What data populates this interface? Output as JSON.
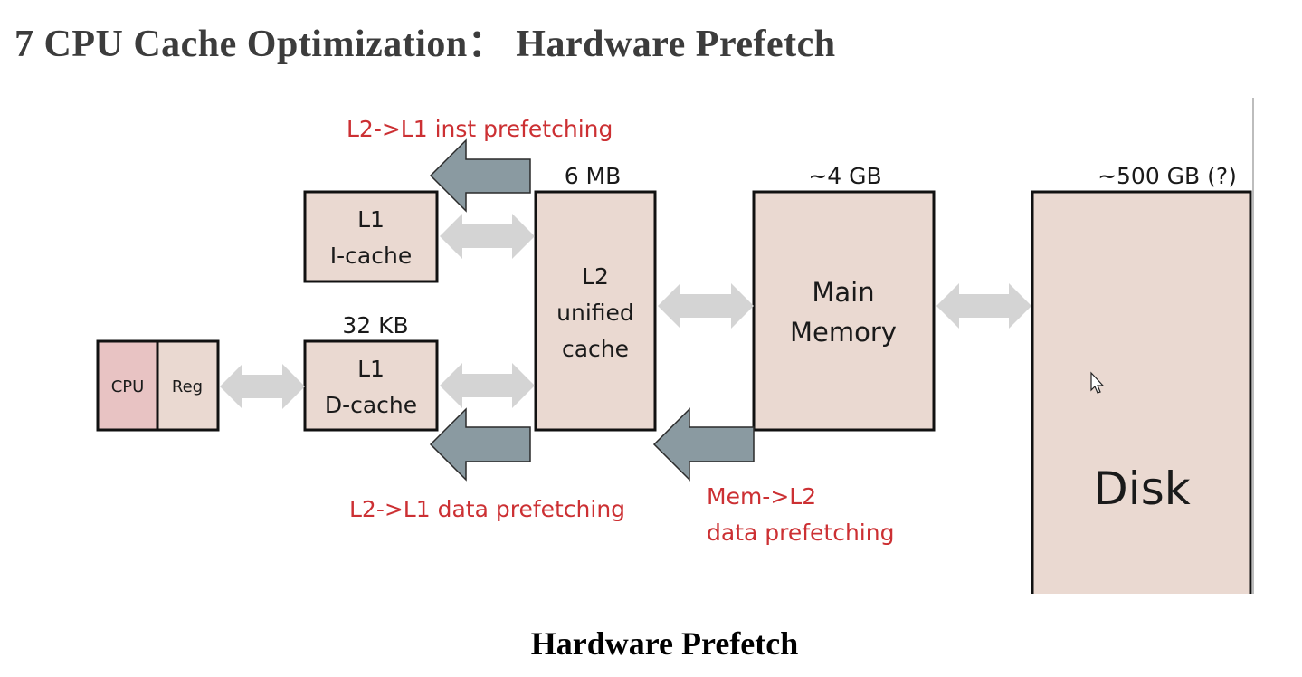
{
  "slide": {
    "title": "7 CPU Cache Optimization： Hardware Prefetch",
    "caption": "Hardware Prefetch"
  },
  "diagram": {
    "cpu": {
      "label": "CPU"
    },
    "reg": {
      "label": "Reg"
    },
    "l1i": {
      "line1": "L1",
      "line2": "I-cache"
    },
    "l1d": {
      "line1": "L1",
      "line2": "D-cache",
      "size": "32 KB"
    },
    "l2": {
      "line1": "L2",
      "line2": "unified",
      "line3": "cache",
      "size": "6 MB"
    },
    "memory": {
      "line1": "Main",
      "line2": "Memory",
      "size": "~4 GB"
    },
    "disk": {
      "label": "Disk",
      "size": "~500 GB (?)"
    },
    "prefetch": {
      "inst_l2_l1": "L2->L1 inst prefetching",
      "data_l2_l1": "L2->L1 data prefetching",
      "mem_l2_line1": "Mem->L2",
      "mem_l2_line2": "data prefetching"
    },
    "colors": {
      "box_fill": "#ead9d1",
      "cpu_fill": "#e8c3c3",
      "prefetch_text": "#cc3033",
      "prefetch_arrow": "#8a9aa1",
      "link_arrow": "#d4d4d4"
    }
  }
}
